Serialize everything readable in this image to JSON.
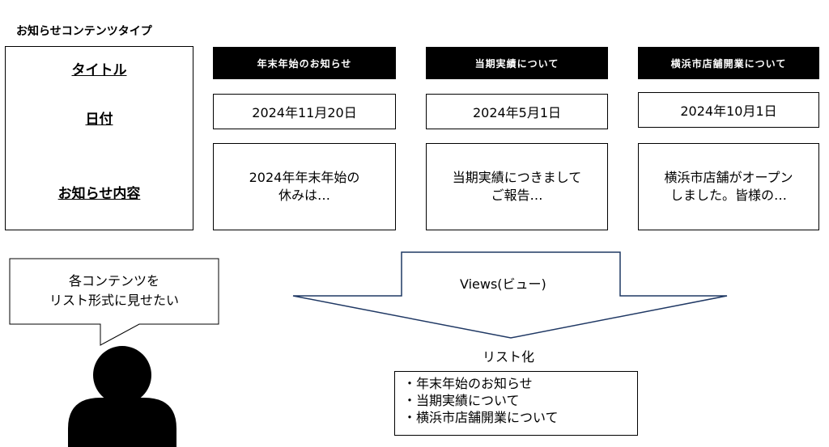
{
  "heading": "お知らせコンテンツタイプ",
  "fields": {
    "title": "タイトル",
    "date": "日付",
    "content": "お知らせ内容"
  },
  "items": [
    {
      "title": "年末年始のお知らせ",
      "date": "2024年11月20日",
      "body": "2024年年末年始の\n休みは…"
    },
    {
      "title": "当期実績について",
      "date": "2024年5月1日",
      "body": "当期実績につきまして\nご報告…"
    },
    {
      "title": "横浜市店舗開業について",
      "date": "2024年10月1日",
      "body": "横浜市店舗がオープン\nしました。皆様の…"
    }
  ],
  "speech": "各コンテンツを\nリスト形式に見せたい",
  "arrow_label": "Views(ビュー)",
  "list_label": "リスト化",
  "list_items": [
    "・年末年始のお知らせ",
    "・当期実績について",
    "・横浜市店舗開業について"
  ]
}
